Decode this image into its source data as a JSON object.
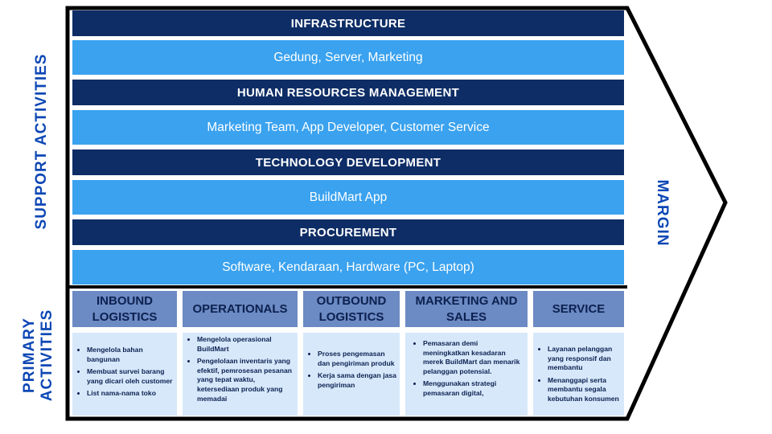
{
  "labels": {
    "support": "SUPPORT ACTIVITIES",
    "primary_line1": "PRIMARY",
    "primary_line2": "ACTIVITIES",
    "margin": "MARGIN"
  },
  "support": [
    {
      "title": "INFRASTRUCTURE",
      "detail": "Gedung, Server, Marketing"
    },
    {
      "title": "HUMAN RESOURCES MANAGEMENT",
      "detail": "Marketing Team, App Developer, Customer Service"
    },
    {
      "title": "TECHNOLOGY DEVELOPMENT",
      "detail": "BuildMart App"
    },
    {
      "title": "PROCUREMENT",
      "detail": "Software, Kendaraan, Hardware (PC, Laptop)"
    }
  ],
  "primary": [
    {
      "line1": "INBOUND",
      "line2": "LOGISTICS",
      "items": [
        "Mengelola bahan bangunan",
        "Membuat survei barang yang dicari oleh customer",
        "List nama-nama toko"
      ]
    },
    {
      "line1": "OPERATIONALS",
      "line2": "",
      "items": [
        "Mengelola operasional BuildMart",
        "Pengelolaan inventaris yang efektif, pemrosesan pesanan yang tepat waktu, ketersediaan produk yang memadai"
      ]
    },
    {
      "line1": "OUTBOUND",
      "line2": "LOGISTICS",
      "items": [
        "Proses pengemasan dan pengiriman produk",
        "Kerja sama dengan jasa pengiriman"
      ]
    },
    {
      "line1": "MARKETING AND",
      "line2": "SALES",
      "items": [
        "Pemasaran demi meningkatkan kesadaran merek BuildMart dan menarik pelanggan potensial.",
        "Menggunakan strategi pemasaran digital,"
      ]
    },
    {
      "line1": "SERVICE",
      "line2": "",
      "items": [
        "Layanan pelanggan yang responsif dan membantu",
        "Menanggapi serta membantu segala kebutuhan konsumen"
      ]
    }
  ],
  "colors": {
    "dark": "#0e2d66",
    "light": "#3aa2ef",
    "header": "#6c8ac3",
    "cell": "#d7e8fb",
    "label": "#0d47b5"
  }
}
